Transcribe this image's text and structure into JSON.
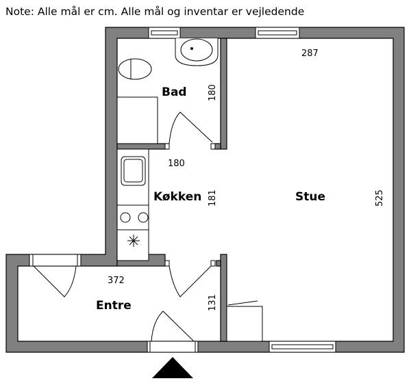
{
  "note": "Note: Alle mål er cm. Alle mål og inventar er vejledende",
  "rooms": {
    "bad": {
      "label": "Bad",
      "dim": "180"
    },
    "kokken": {
      "label": "Køkken",
      "dim_width": "180",
      "dim_height": "181"
    },
    "stue": {
      "label": "Stue",
      "dim_width": "287",
      "dim_height": "525"
    },
    "entre": {
      "label": "Entre",
      "dim_width": "372",
      "dim_height": "131"
    }
  },
  "colors": {
    "wall": "#808080",
    "outline": "#000000"
  }
}
